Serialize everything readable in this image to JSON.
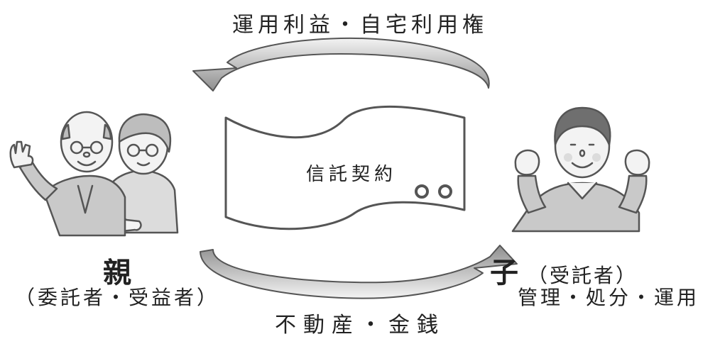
{
  "flows": {
    "top_label": "運用利益・自宅利用権",
    "bottom_label": "不動産・金銭"
  },
  "contract": {
    "title": "信託契約"
  },
  "parent": {
    "name": "親",
    "role": "（委託者・受益者）"
  },
  "child": {
    "name": "子",
    "role": "（受託者）",
    "duties": "管理・処分・運用"
  },
  "colors": {
    "arrow_fill": "#e2e2e2",
    "arrow_shade": "#8f8f8f",
    "stroke": "#555555",
    "skin": "#f2f2f2",
    "shirt_gray": "#c9c9c9",
    "text": "#222222"
  }
}
